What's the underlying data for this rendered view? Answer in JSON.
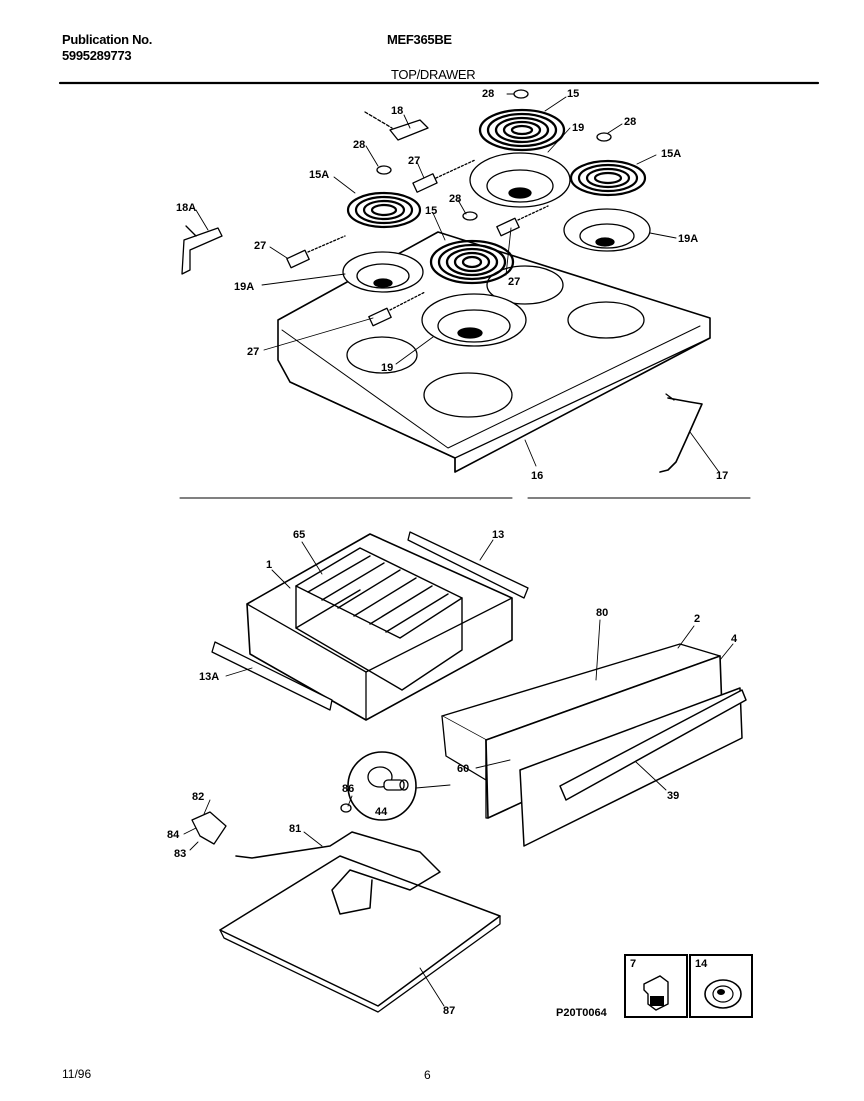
{
  "header": {
    "publication_label": "Publication No.",
    "publication_number": "5995289773",
    "model": "MEF365BE",
    "section_title": "TOP/DRAWER"
  },
  "callouts": {
    "c28a": "28",
    "c15a": "15",
    "c18": "18",
    "c19a": "19",
    "c28b": "28",
    "c15A_right": "15A",
    "c28c": "28",
    "c27a": "27",
    "c15A_left": "15A",
    "c18A": "18A",
    "c28d": "28",
    "c15b": "15",
    "c27b": "27",
    "c19A_right": "19A",
    "c27c": "27",
    "c19A_left": "19A",
    "c27d": "27",
    "c19b": "19",
    "c16": "16",
    "c17": "17",
    "c65": "65",
    "c13": "13",
    "c1": "1",
    "c80": "80",
    "c2": "2",
    "c4": "4",
    "c13A": "13A",
    "c60": "60",
    "c39": "39",
    "c86": "86",
    "c44": "44",
    "c82": "82",
    "c81": "81",
    "c84": "84",
    "c83": "83",
    "c87": "87"
  },
  "insets": [
    {
      "number": "7",
      "icon": "clip-part-icon"
    },
    {
      "number": "14",
      "icon": "knob-part-icon"
    }
  ],
  "diagram_code": "P20T0064",
  "footer": {
    "date": "11/96",
    "page": "6"
  }
}
